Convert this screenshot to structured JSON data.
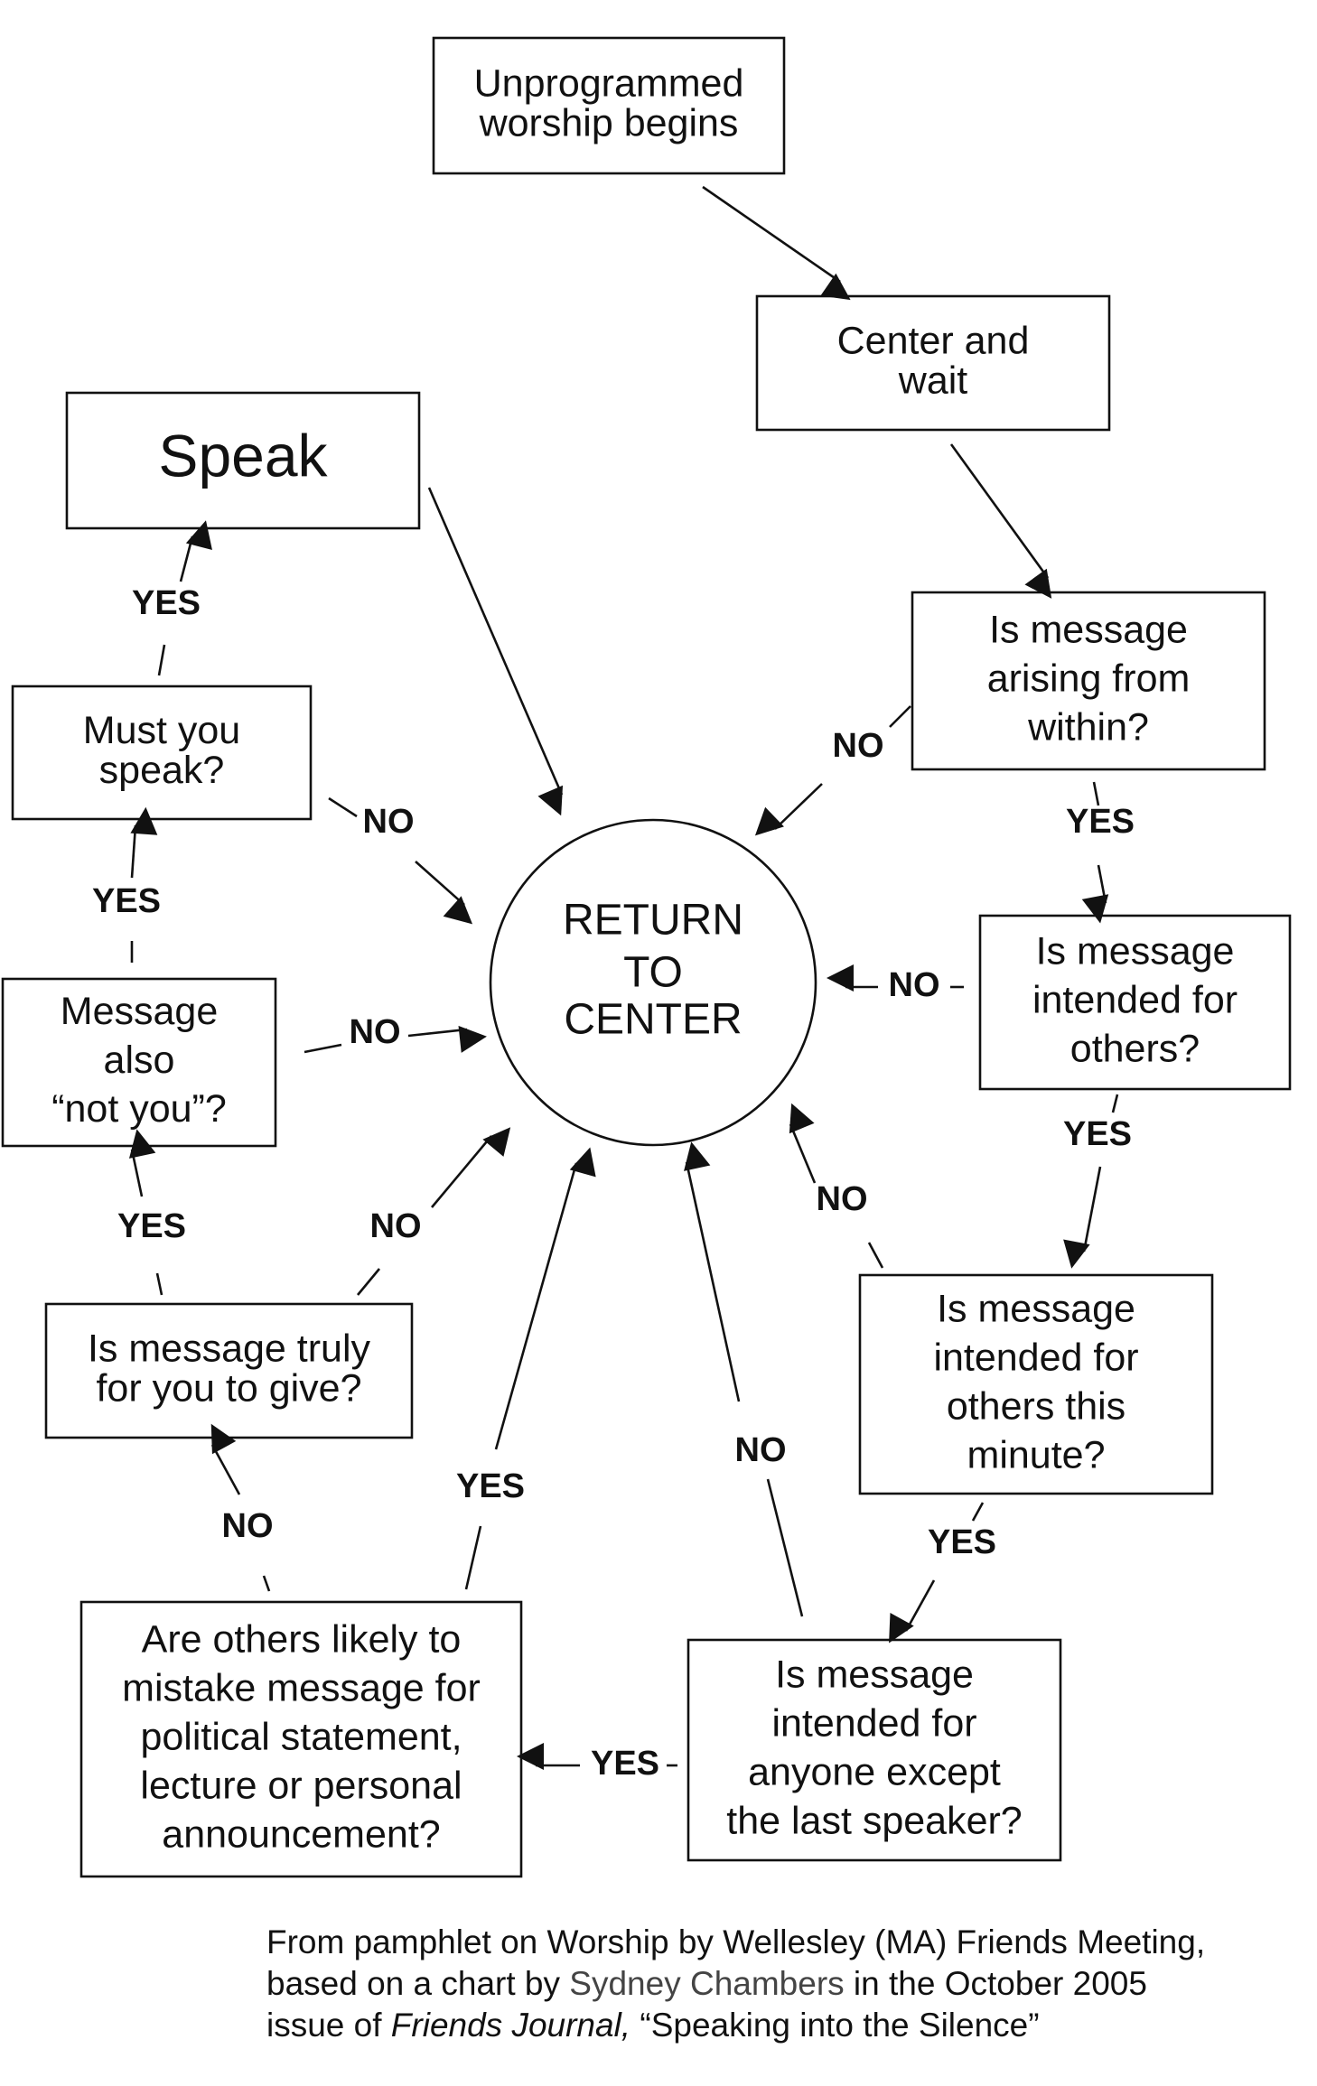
{
  "nodes": {
    "start": [
      "Unprogrammed",
      "worship begins"
    ],
    "center": [
      "Center and",
      "wait"
    ],
    "arising": [
      "Is message",
      "arising from",
      "within?"
    ],
    "others": [
      "Is message",
      "intended for",
      "others?"
    ],
    "minute": [
      "Is message",
      "intended for",
      "others this",
      "minute?"
    ],
    "last_speaker": [
      "Is message",
      "intended for",
      "anyone except",
      "the last speaker?"
    ],
    "mistake": [
      "Are others likely to",
      "mistake message for",
      "political statement,",
      "lecture or personal",
      "announcement?"
    ],
    "truly": [
      "Is message truly",
      "for you to give?"
    ],
    "not_you": [
      "Message",
      "also",
      "“not you”?"
    ],
    "must": [
      "Must you",
      "speak?"
    ],
    "speak": [
      "Speak"
    ],
    "return": [
      "RETURN",
      "TO",
      "CENTER"
    ]
  },
  "labels": {
    "yes": "YES",
    "no": "NO"
  },
  "caption": {
    "line1": "From pamphlet on Worship by Wellesley (MA) Friends Meeting,",
    "line2_prefix": "based on a chart by ",
    "line2_name": "Sydney Chambers",
    "line2_suffix": " in the October 2005",
    "line3_prefix": "issue of ",
    "line3_italic": "Friends Journal,",
    "line3_suffix": " “Speaking into the Silence”"
  }
}
